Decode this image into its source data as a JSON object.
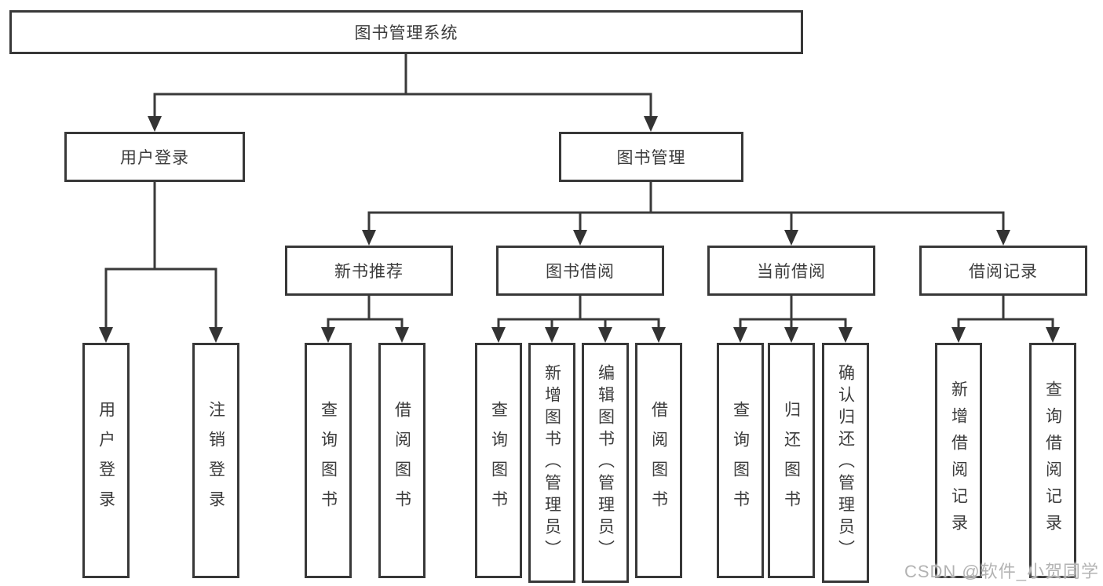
{
  "colors": {
    "line": "#3a3a3a",
    "box_border": "#383838",
    "text": "#3c3c3c",
    "watermark": "#b3b3b3",
    "background": "#ffffff"
  },
  "diagram": {
    "root": {
      "label": "图书管理系统"
    },
    "branches": [
      {
        "label": "用户登录",
        "children": [
          {
            "label": "用户登录"
          },
          {
            "label": "注销登录"
          }
        ]
      },
      {
        "label": "图书管理",
        "children": [
          {
            "label": "新书推荐",
            "children": [
              {
                "label": "查询图书"
              },
              {
                "label": "借阅图书"
              }
            ]
          },
          {
            "label": "图书借阅",
            "children": [
              {
                "label": "查询图书"
              },
              {
                "label": "新增图书（管理员）"
              },
              {
                "label": "编辑图书（管理员）"
              },
              {
                "label": "借阅图书"
              }
            ]
          },
          {
            "label": "当前借阅",
            "children": [
              {
                "label": "查询图书"
              },
              {
                "label": "归还图书"
              },
              {
                "label": "确认归还（管理员）"
              }
            ]
          },
          {
            "label": "借阅记录",
            "children": [
              {
                "label": "新增借阅记录"
              },
              {
                "label": "查询借阅记录"
              }
            ]
          }
        ]
      }
    ]
  },
  "watermark": {
    "text": "CSDN @软件_小贺同学"
  }
}
